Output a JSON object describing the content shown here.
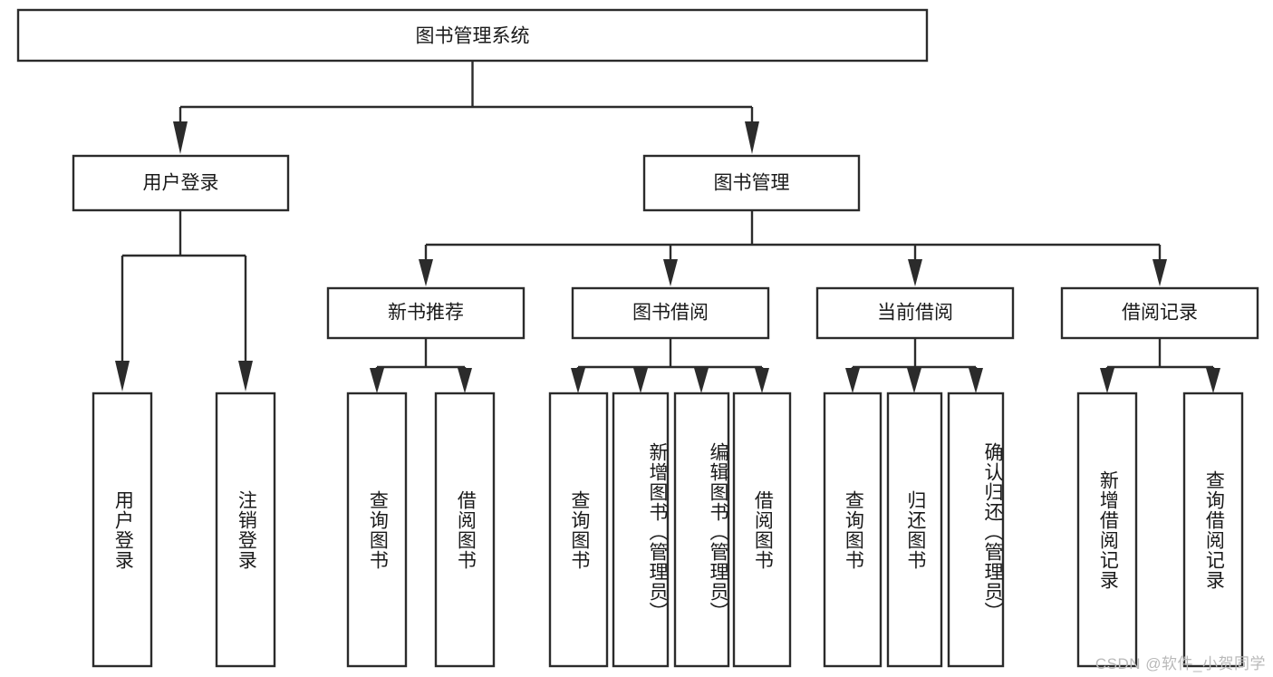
{
  "diagram": {
    "type": "hierarchy-tree",
    "title": "图书管理系统",
    "watermark": "CSDN @软件_小贺同学",
    "colors": {
      "box_stroke": "#2b2b2b",
      "box_fill": "#ffffff",
      "text": "#1a1a1a",
      "watermark": "#b9b9b9",
      "background": "#ffffff"
    },
    "root": {
      "label": "图书管理系统"
    },
    "level2": [
      {
        "id": "user-login",
        "label": "用户登录"
      },
      {
        "id": "book-manage",
        "label": "图书管理"
      }
    ],
    "level3": [
      {
        "id": "new-book-recommend",
        "label": "新书推荐",
        "parent": "book-manage"
      },
      {
        "id": "book-borrow",
        "label": "图书借阅",
        "parent": "book-manage"
      },
      {
        "id": "current-borrow",
        "label": "当前借阅",
        "parent": "book-manage"
      },
      {
        "id": "borrow-record",
        "label": "借阅记录",
        "parent": "book-manage"
      }
    ],
    "leaves": {
      "user-login": [
        {
          "id": "leaf-user-login",
          "label": "用户登录"
        },
        {
          "id": "leaf-user-logout",
          "label": "注销登录"
        }
      ],
      "new-book-recommend": [
        {
          "id": "leaf-query-book-1",
          "label": "查询图书"
        },
        {
          "id": "leaf-borrow-book-1",
          "label": "借阅图书"
        }
      ],
      "book-borrow": [
        {
          "id": "leaf-query-book-2",
          "label": "查询图书"
        },
        {
          "id": "leaf-add-book",
          "label": "新增图书（管理员）"
        },
        {
          "id": "leaf-edit-book",
          "label": "编辑图书（管理员）"
        },
        {
          "id": "leaf-borrow-book-2",
          "label": "借阅图书"
        }
      ],
      "current-borrow": [
        {
          "id": "leaf-query-book-3",
          "label": "查询图书"
        },
        {
          "id": "leaf-return-book",
          "label": "归还图书"
        },
        {
          "id": "leaf-confirm-return",
          "label": "确认归还（管理员）"
        }
      ],
      "borrow-record": [
        {
          "id": "leaf-add-record",
          "label": "新增借阅记录"
        },
        {
          "id": "leaf-query-record",
          "label": "查询借阅记录"
        }
      ]
    }
  }
}
